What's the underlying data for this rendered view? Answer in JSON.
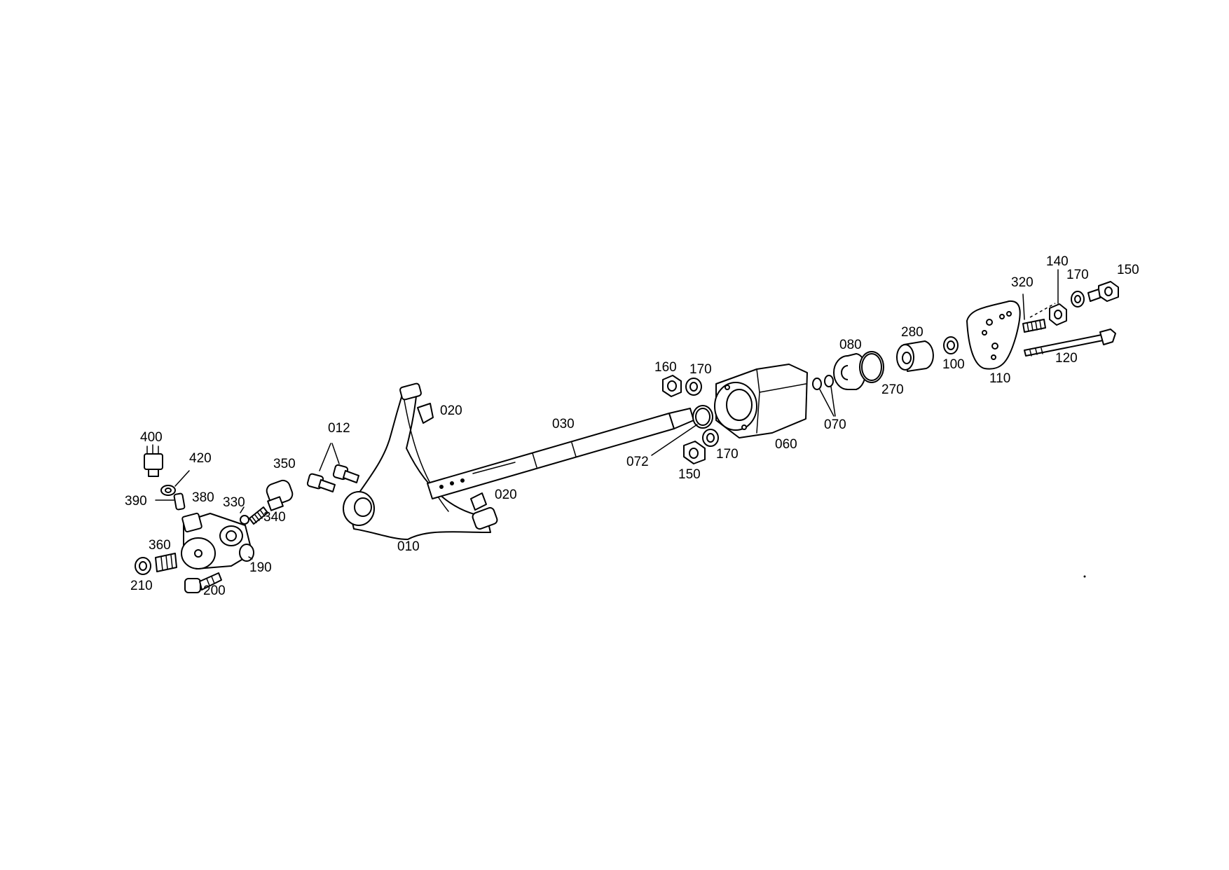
{
  "diagram": {
    "labels": {
      "l400": "400",
      "l420": "420",
      "l390": "390",
      "l380": "380",
      "l330": "330",
      "l350": "350",
      "l340": "340",
      "l360": "360",
      "l210": "210",
      "l200": "200",
      "l190": "190",
      "l012": "012",
      "l010": "010",
      "l020a": "020",
      "l020b": "020",
      "l030": "030",
      "l072": "072",
      "l160": "160",
      "l170a": "170",
      "l150a": "150",
      "l170b": "170",
      "l060": "060",
      "l070": "070",
      "l080": "080",
      "l270": "270",
      "l280": "280",
      "l100": "100",
      "l110": "110",
      "l120": "120",
      "l320": "320",
      "l140": "140",
      "l170c": "170",
      "l150b": "150"
    }
  }
}
